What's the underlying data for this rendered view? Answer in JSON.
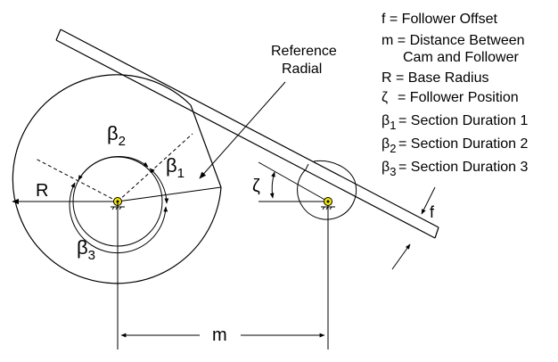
{
  "diagram": {
    "annotation": {
      "reference_line1": "Reference",
      "reference_line2": "Radial"
    },
    "labels": {
      "R": "R",
      "m": "m",
      "f": "f",
      "zeta": "ζ",
      "beta_symbol": "β",
      "beta1_sub": "1",
      "beta2_sub": "2",
      "beta3_sub": "3"
    },
    "legend": {
      "f": "f = Follower Offset",
      "m_line1": "m = Distance Between",
      "m_line2": "Cam and Follower",
      "R": "R = Base Radius",
      "zeta": "= Follower Position",
      "zeta_symbol": "ζ",
      "beta1": "= Section Duration 1",
      "beta2": "= Section Duration 2",
      "beta3": "= Section Duration 3"
    }
  }
}
